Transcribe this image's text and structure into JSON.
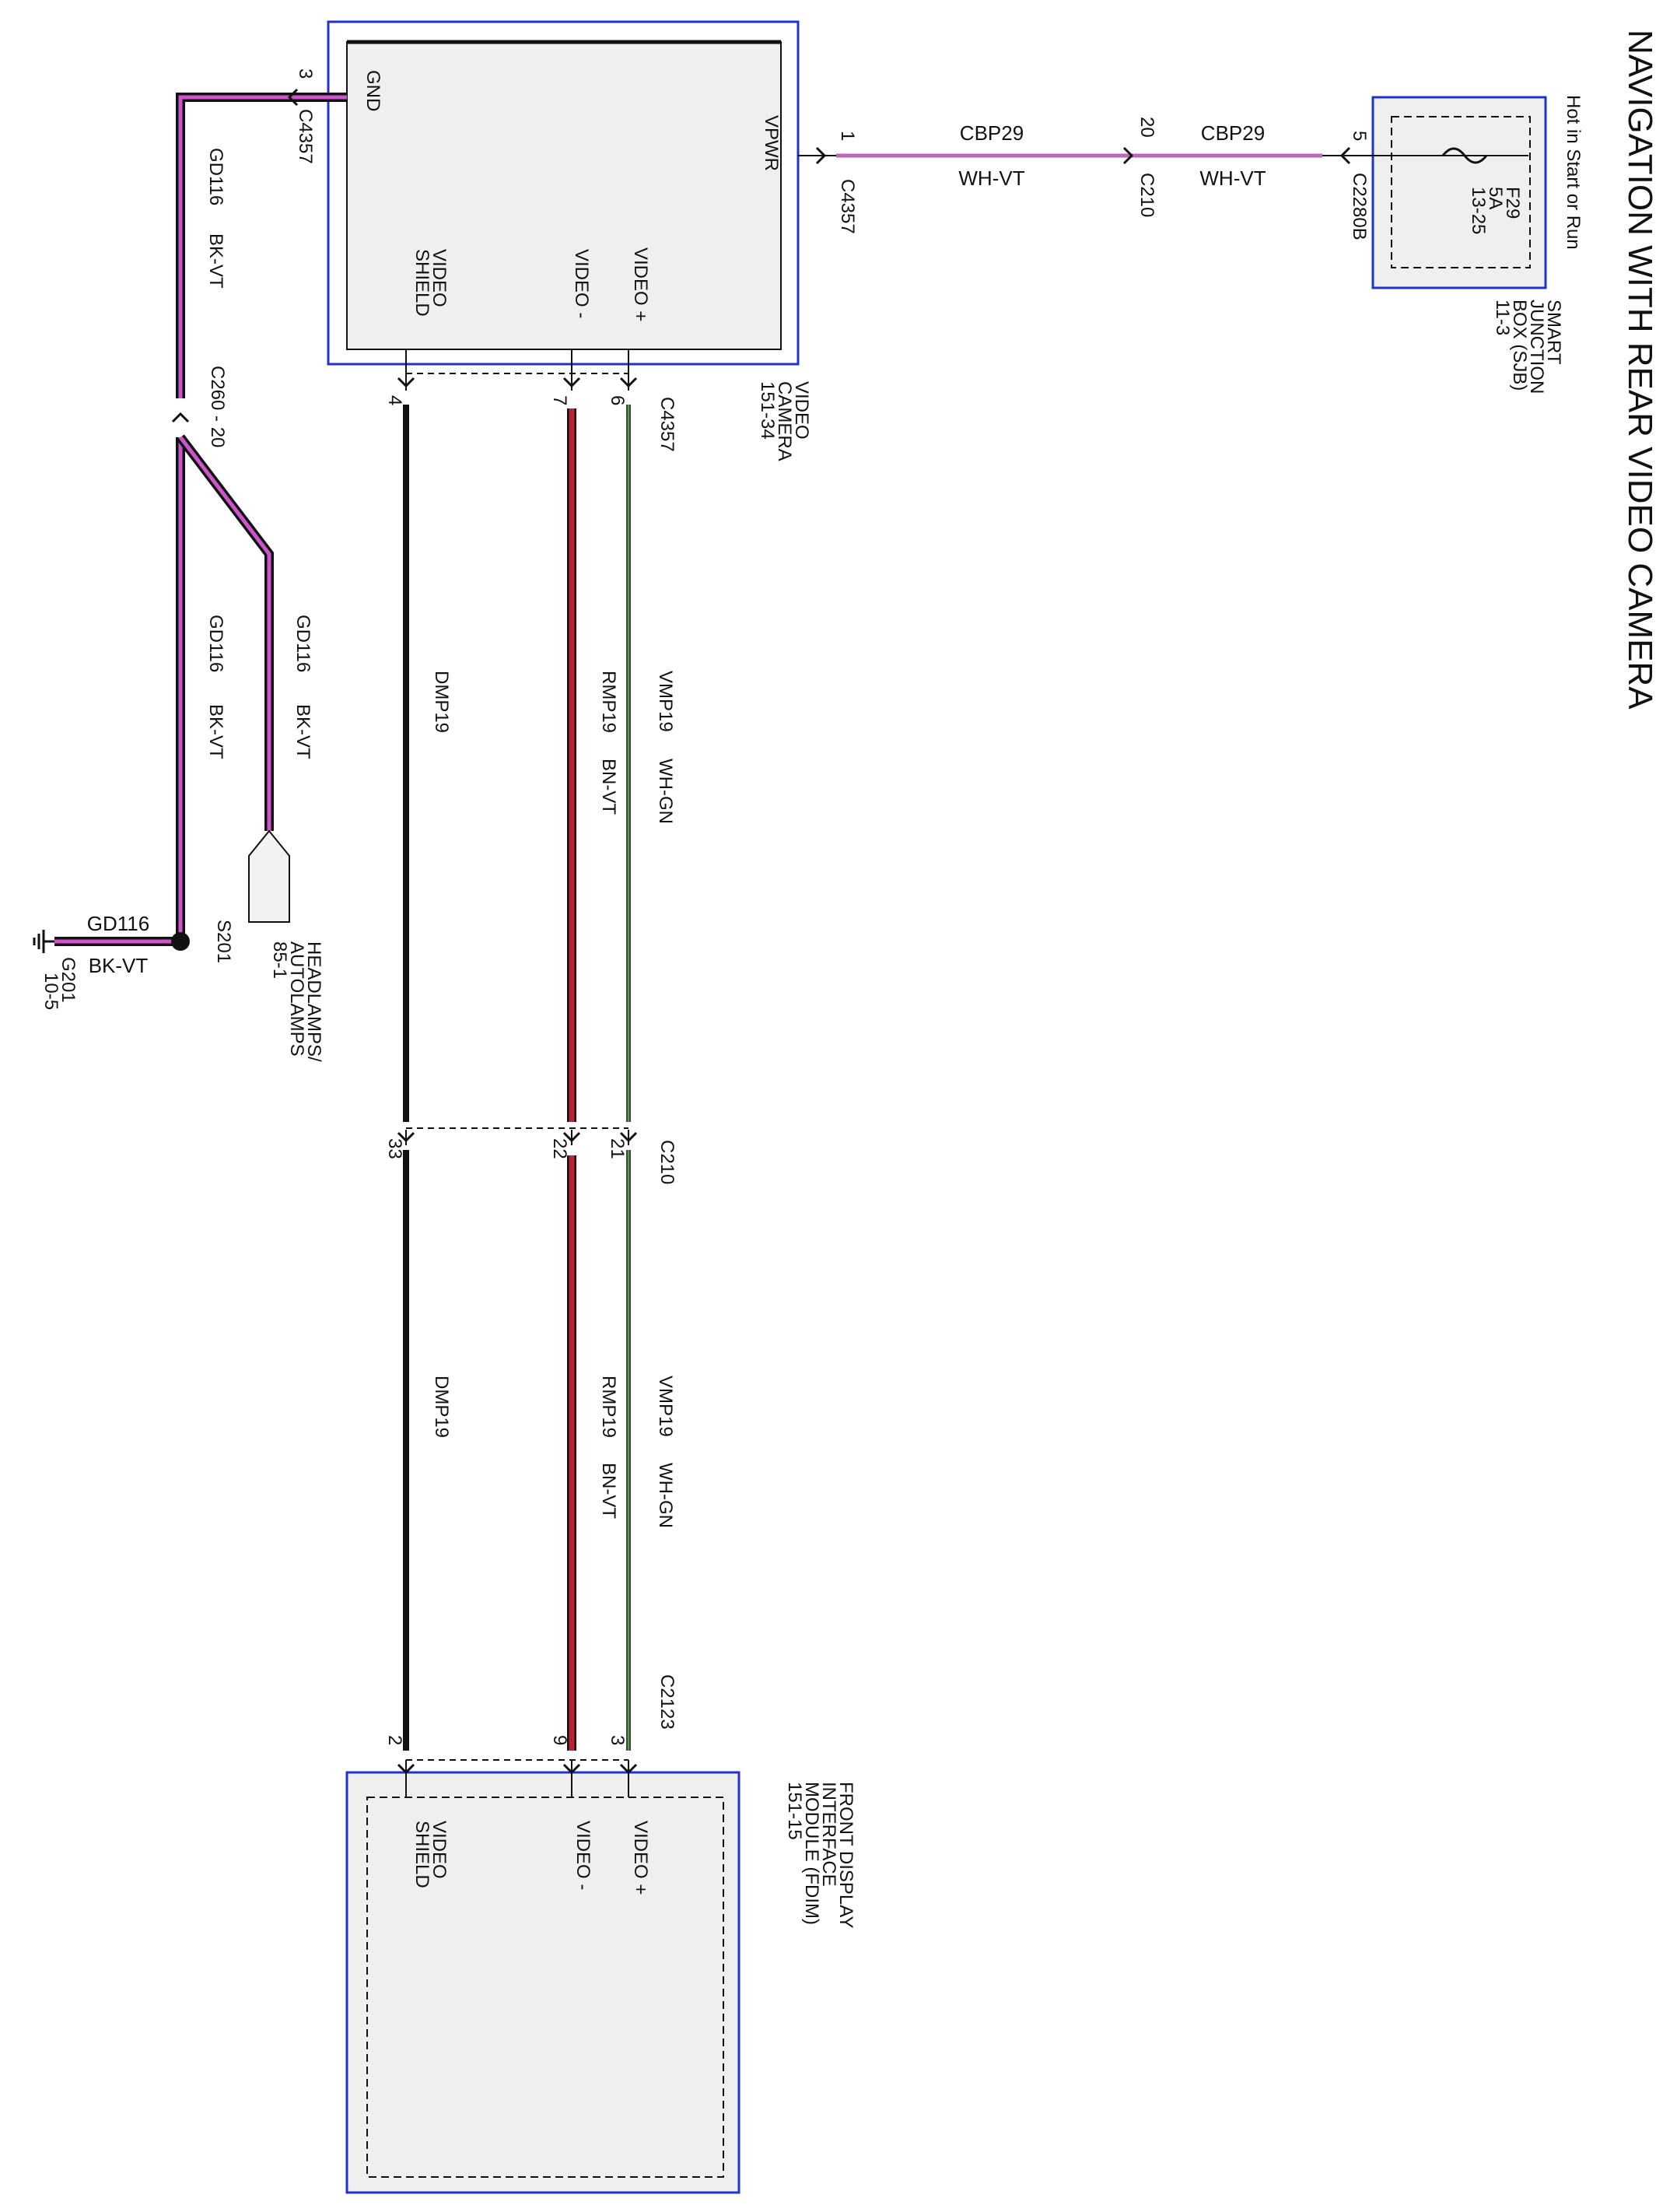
{
  "title": "NAVIGATION WITH REAR VIDEO CAMERA",
  "power_source": {
    "hot_text": "Hot in Start or Run",
    "module_lines": [
      "SMART",
      "JUNCTION",
      "BOX (SJB)",
      "11-3"
    ],
    "fuse_lines": [
      "F29",
      "5A",
      "13-25"
    ]
  },
  "video_camera": {
    "name_lines": [
      "VIDEO",
      "CAMERA",
      "151-34"
    ],
    "pins": {
      "gnd": "GND",
      "vpwr": "VPWR",
      "shield_lines": [
        "VIDEO",
        "SHIELD"
      ],
      "video_minus": "VIDEO -",
      "video_plus": "VIDEO +"
    }
  },
  "fdim": {
    "name_lines": [
      "FRONT DISPLAY",
      "INTERFACE",
      "MODULE (FDIM)",
      "151-15"
    ],
    "pins": {
      "shield_lines": [
        "VIDEO",
        "SHIELD"
      ],
      "video_minus": "VIDEO -",
      "video_plus": "VIDEO +"
    }
  },
  "power_circuit": {
    "c4357_pin": "1",
    "c4357": "C4357",
    "c210_pin": "20",
    "c210": "C210",
    "c2280b_pin": "5",
    "c2280b": "C2280B",
    "seg1": {
      "circuit": "CBP29",
      "color": "WH-VT"
    },
    "seg2": {
      "circuit": "CBP29",
      "color": "WH-VT"
    }
  },
  "ground_circuit": {
    "c4357_pin": "3",
    "c4357": "C4357",
    "c260": "C260 - 20",
    "seg_top": {
      "circuit": "GD116",
      "color": "BK-VT"
    },
    "seg_left": {
      "circuit": "GD116",
      "color": "BK-VT"
    },
    "seg_right": {
      "circuit": "GD116",
      "color": "BK-VT"
    },
    "splice": "S201",
    "ground_seg": {
      "circuit": "GD116",
      "color": "BK-VT"
    },
    "ground": "G201",
    "ground_ref": "10-5",
    "headlamps_lines": [
      "HEADLAMPS/",
      "AUTOLAMPS",
      "85-1"
    ]
  },
  "video_circuits": {
    "c4357": "C4357",
    "c210": "C210",
    "c2123": "C2123",
    "shield": {
      "pins": [
        "4",
        "33",
        "2"
      ],
      "circuit": "DMP19",
      "color": ""
    },
    "video_minus": {
      "pins": [
        "7",
        "22",
        "9"
      ],
      "circuit": "RMP19",
      "color": "BN-VT"
    },
    "video_plus": {
      "pins": [
        "6",
        "21",
        "3"
      ],
      "circuit": "VMP19",
      "color": "WH-GN"
    }
  },
  "colors": {
    "module_border": "#2233cc",
    "module_fill": "#efefef",
    "wire_black": "#111111",
    "wire_violet": "#cc55cc",
    "wire_brown_red": "#bb2233",
    "wire_green": "#44aa44"
  }
}
